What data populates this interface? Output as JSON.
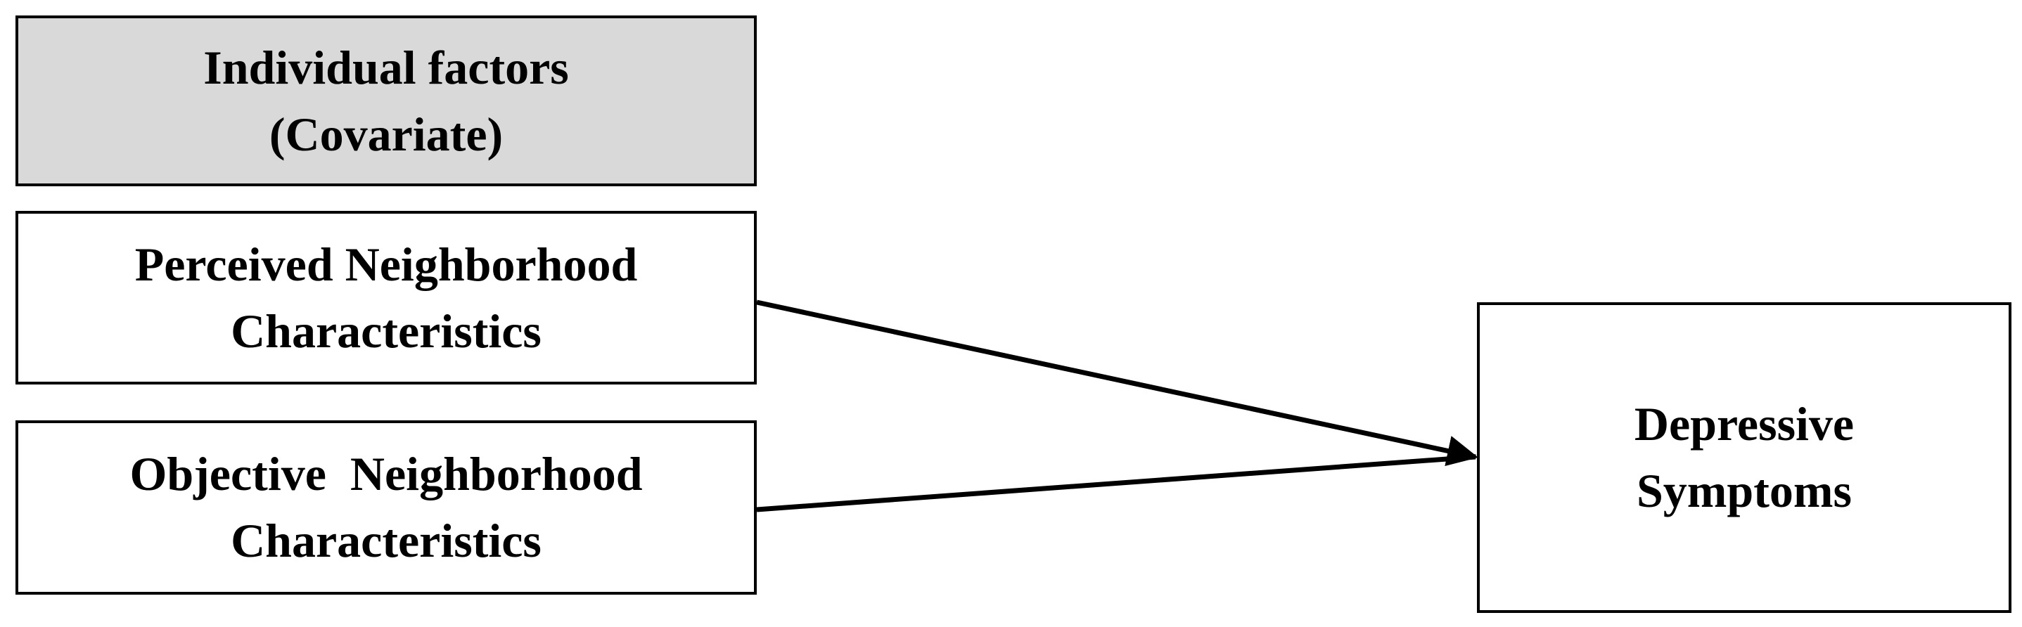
{
  "diagram": {
    "covariate_box": {
      "line1": "Individual factors",
      "line2": "(Covariate)",
      "fill": "#d9d9d9"
    },
    "perceived_box": {
      "line1": "Perceived Neighborhood",
      "line2": "Characteristics"
    },
    "objective_box": {
      "line1": "Objective  Neighborhood",
      "line2": "Characteristics"
    },
    "outcome_box": {
      "line1": "Depressive",
      "line2": "Symptoms"
    },
    "edges": [
      {
        "from": "Perceived Neighborhood Characteristics",
        "to": "Depressive Symptoms"
      },
      {
        "from": "Objective Neighborhood Characteristics",
        "to": "Depressive Symptoms"
      }
    ]
  }
}
